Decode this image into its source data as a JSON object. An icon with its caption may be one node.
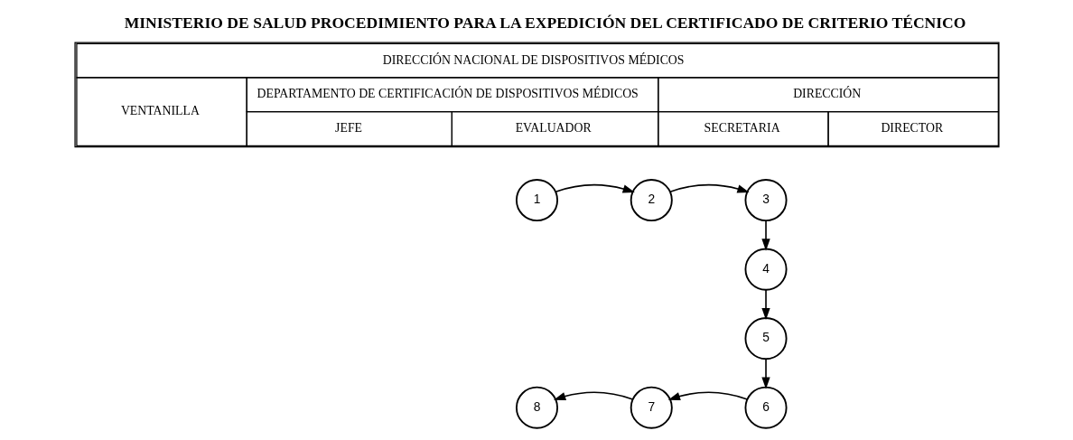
{
  "diagram": {
    "title": "MINISTERIO DE SALUD PROCEDIMIENTO PARA LA EXPEDICIÓN DEL CERTIFICADO DE CRITERIO TÉCNICO",
    "nodes": [
      {
        "text": [
          "1"
        ]
      },
      {
        "text": [
          "2"
        ]
      },
      {
        "text": [
          "3"
        ]
      },
      {
        "text": [
          "4"
        ]
      },
      {
        "text": [
          "5"
        ]
      },
      {
        "text": [
          "6"
        ]
      },
      {
        "text": [
          "7"
        ]
      },
      {
        "text": [
          "8"
        ]
      }
    ],
    "edges": [
      {
        "from": 0,
        "to": 1,
        "arrow": "to"
      },
      {
        "from": 1,
        "to": 2,
        "arrow": "to"
      },
      {
        "from": 2,
        "to": 3,
        "arrow": "to"
      },
      {
        "from": 3,
        "to": 4,
        "arrow": "to"
      },
      {
        "from": 4,
        "to": 5,
        "arrow": "to"
      },
      {
        "from": 5,
        "to": 6,
        "arrow": "to"
      },
      {
        "from": 6,
        "to": 7,
        "arrow": "to"
      }
    ],
    "labels": [
      "DIRECCIÓN NACIONAL DE DISPOSITIVOS MÉDICOS",
      "VENTANILLA",
      "DEPARTAMENTO DE CERTIFICACIÓN DE DISPOSITIVOS MÉDICOS",
      "DIRECCIÓN",
      "JEFE",
      "EVALUADOR",
      "SECRETARIA",
      "DIRECTOR"
    ]
  }
}
